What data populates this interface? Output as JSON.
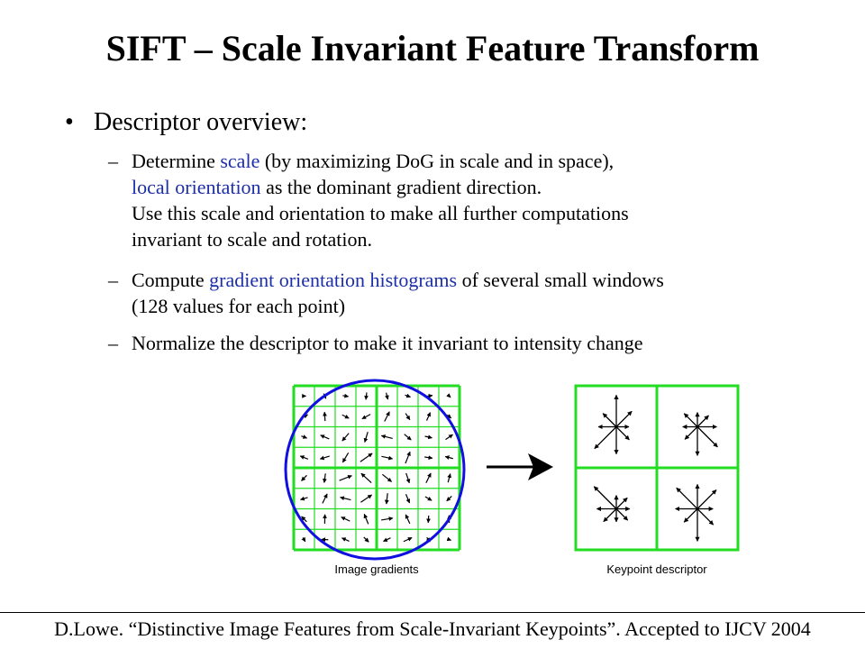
{
  "title": "SIFT – Scale Invariant Feature Transform",
  "bullet": {
    "marker": "•",
    "text": "Descriptor overview:"
  },
  "items": [
    {
      "dash": "–",
      "line1_pre": "Determine ",
      "line1_hl": "scale",
      "line1_post": " (by maximizing DoG in scale and in space),",
      "line2_hl": "local orientation",
      "line2_post": " as the dominant gradient direction.",
      "line3": "Use this scale and orientation to make all further computations",
      "line4": "invariant to scale and rotation."
    },
    {
      "dash": "–",
      "line1_pre": "Compute ",
      "line1_hl": "gradient orientation histograms",
      "line1_post": " of several small windows",
      "line2": "(128 values for each point)"
    },
    {
      "dash": "–",
      "line1": "Normalize the descriptor to make it invariant to intensity change"
    }
  ],
  "figure": {
    "left_caption": "Image gradients",
    "right_caption": "Keypoint descriptor",
    "grid_color": "#22dd22",
    "circle_color": "#1010e0"
  },
  "footer": "D.Lowe. “Distinctive Image Features from Scale-Invariant Keypoints”. Accepted to IJCV 2004",
  "colors": {
    "highlight": "#1c2fa8"
  }
}
